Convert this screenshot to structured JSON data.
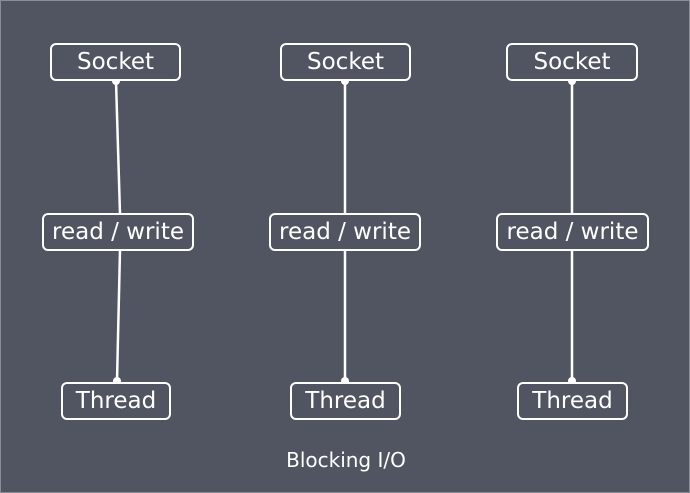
{
  "diagram": {
    "columns": [
      {
        "socket": "Socket",
        "io": "read / write",
        "thread": "Thread"
      },
      {
        "socket": "Socket",
        "io": "read / write",
        "thread": "Thread"
      },
      {
        "socket": "Socket",
        "io": "read / write",
        "thread": "Thread"
      }
    ],
    "caption": "Blocking I/O"
  },
  "colors": {
    "background": "#515562",
    "stroke": "#ffffff",
    "text": "#ffffff"
  }
}
